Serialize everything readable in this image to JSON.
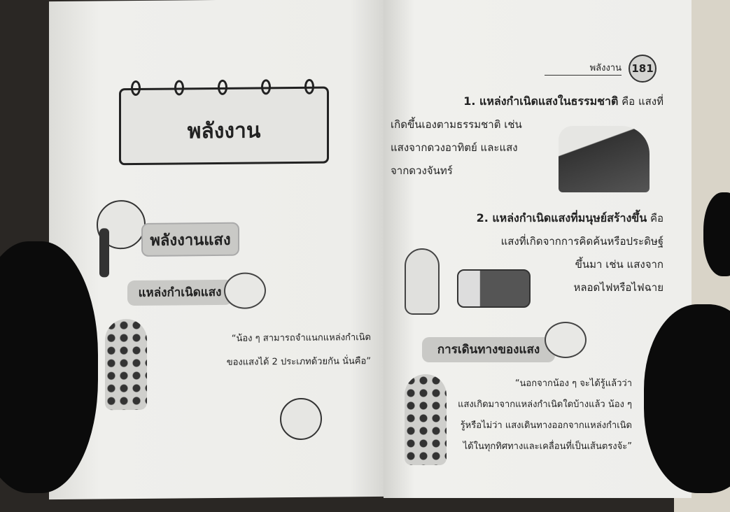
{
  "left_page": {
    "title": "พลังงาน",
    "section": "พลังงานแสง",
    "subsection": "แหล่งกำเนิดแสง",
    "quote_line1": "“น้อง ๆ สามารถจำแนกแหล่งกำเนิด",
    "quote_line2": "ของแสงได้ 2 ประเภทด้วยกัน นั่นคือ”"
  },
  "right_page": {
    "running_head": "พลังงาน",
    "page_number": "181",
    "item1_bold": "1. แหล่งกำเนิดแสงในธรรมชาติ",
    "item1_rest": " คือ แสงที่",
    "item1_lines": [
      "เกิดขึ้นเองตามธรรมชาติ เช่น",
      "แสงจากดวงอาทิตย์ และแสง",
      "จากดวงจันทร์"
    ],
    "item2_bold": "2. แหล่งกำเนิดแสงที่มนุษย์สร้างขึ้น",
    "item2_rest": " คือ",
    "item2_lines": [
      "แสงที่เกิดจากการคิดค้นหรือประดิษฐ์",
      "ขึ้นมา เช่น แสงจาก",
      "หลอดไฟหรือไฟฉาย"
    ],
    "subsection": "การเดินทางของแสง",
    "quote_lines": [
      "“นอกจากน้อง ๆ จะได้รู้แล้วว่า",
      "แสงเกิดมาจากแหล่งกำเนิดใดบ้างแล้ว น้อง ๆ",
      "รู้หรือไม่ว่า แสงเดินทางออกจากแหล่งกำเนิด",
      "ได้ในทุกทิศทางและเคลื่อนที่เป็นเส้นตรงจ้ะ”"
    ]
  }
}
